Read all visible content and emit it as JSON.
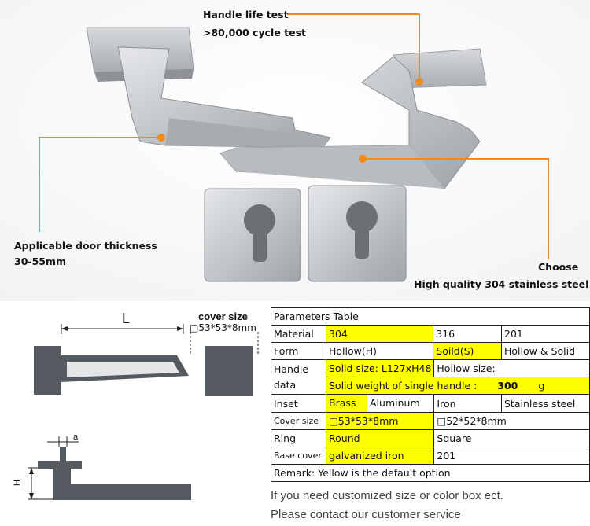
{
  "callouts": {
    "handle_life_title": "Handle life test",
    "handle_life_value": ">80,000 cycle test",
    "door_thickness_title": "Applicable door thickness",
    "door_thickness_value": "30-55mm",
    "choose_title": "Choose",
    "choose_value": "High quality 304 stainless steel"
  },
  "diagram": {
    "length_label": "L",
    "cover_size_title": "cover size",
    "cover_size_value": "□53*53*8mm",
    "height_label": "H",
    "a_label": "a"
  },
  "params_table": {
    "title": "Parameters Table",
    "material": {
      "label": "Material",
      "opt1": "304",
      "opt2": "316",
      "opt3": "201"
    },
    "form": {
      "label": "Form",
      "opt1": "Hollow(H)",
      "opt2": "Soild(S)",
      "opt3": "Hollow & Solid"
    },
    "handle_data": {
      "label_line1": "Handle",
      "label_line2": "data",
      "solid_size_label": "Solid size:",
      "solid_size_value": "L127xH48",
      "hollow_size_label": "Hollow size:",
      "solid_weight_label": "Solid weight of single handle :",
      "solid_weight_value": "300",
      "solid_weight_unit": "g"
    },
    "inset": {
      "label": "Inset",
      "opt1": "Brass",
      "opt2": "Aluminum",
      "opt3": "Iron",
      "opt4": "Stainless steel"
    },
    "cover_size": {
      "label": "Cover size",
      "opt1": "□53*53*8mm",
      "opt2": "□52*52*8mm"
    },
    "ring": {
      "label": "Ring",
      "opt1": "Round",
      "opt2": "Square"
    },
    "base_cover": {
      "label": "Base cover",
      "opt1": "galvanized iron",
      "opt2": "201"
    },
    "remark": "Remark: Yellow is the default option"
  },
  "notes": {
    "line1": "If you need customized size or color box ect.",
    "line2": "Please contact our customer service"
  },
  "colors": {
    "highlight": "#ffff00",
    "callout_line": "#f08a1c",
    "steel": "#c9cbcd"
  }
}
